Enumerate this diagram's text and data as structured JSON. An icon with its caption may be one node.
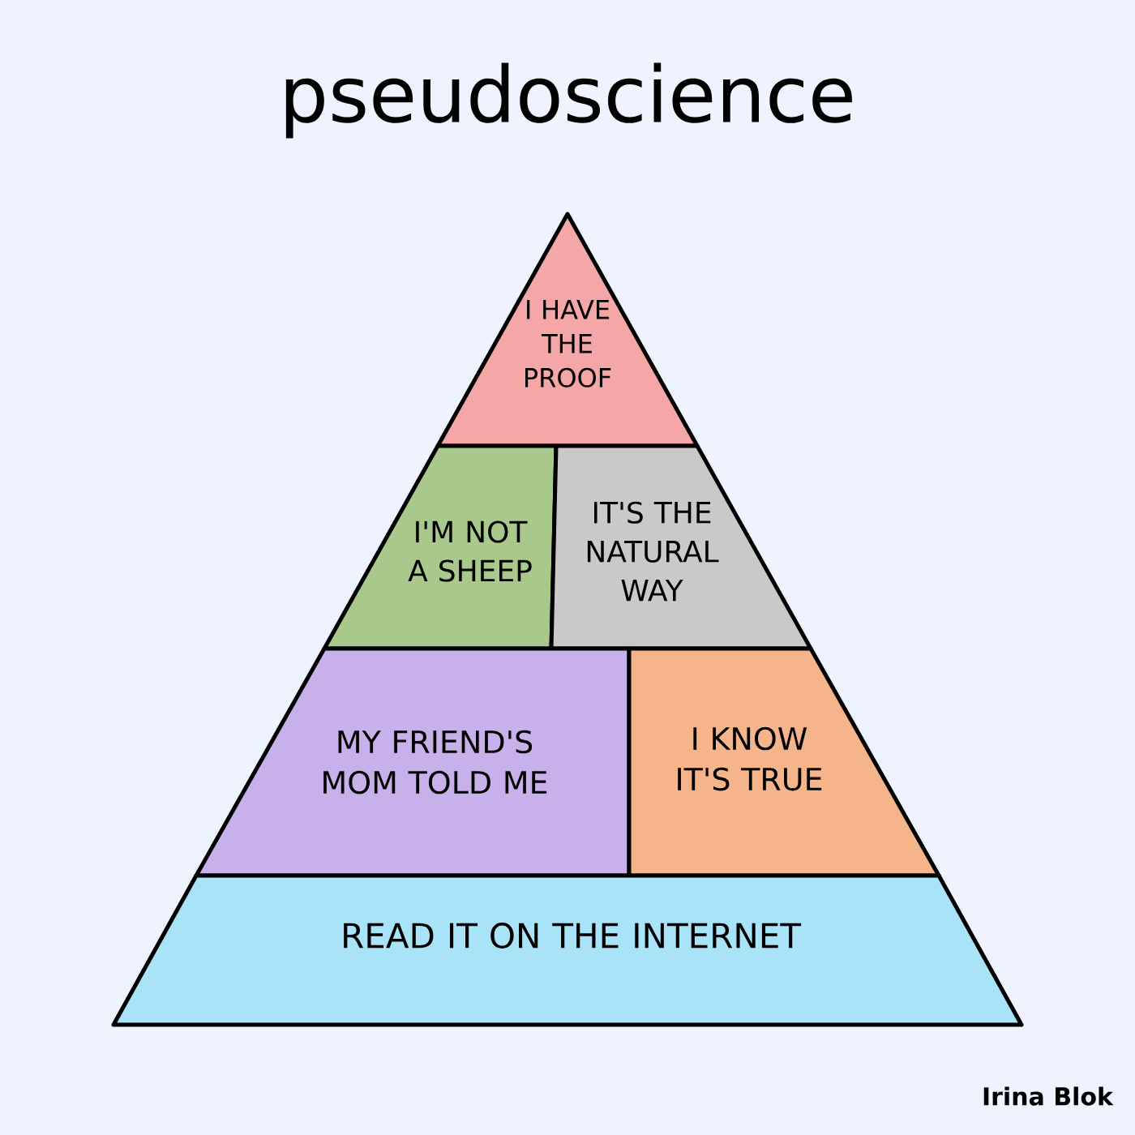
{
  "diagram": {
    "title": "pseudoscience",
    "nodes": [
      {
        "text": [
          "I HAVE THE PROOF"
        ]
      },
      {
        "text": [
          "I'M NOT A SHEEP"
        ]
      },
      {
        "text": [
          "IT'S THE NATURAL WAY"
        ]
      },
      {
        "text": [
          "MY FRIEND'S MOM TOLD ME"
        ]
      },
      {
        "text": [
          "I KNOW IT'S TRUE"
        ]
      },
      {
        "text": [
          "READ IT ON THE INTERNET"
        ]
      }
    ],
    "labels": [
      "Irina Blok"
    ]
  }
}
